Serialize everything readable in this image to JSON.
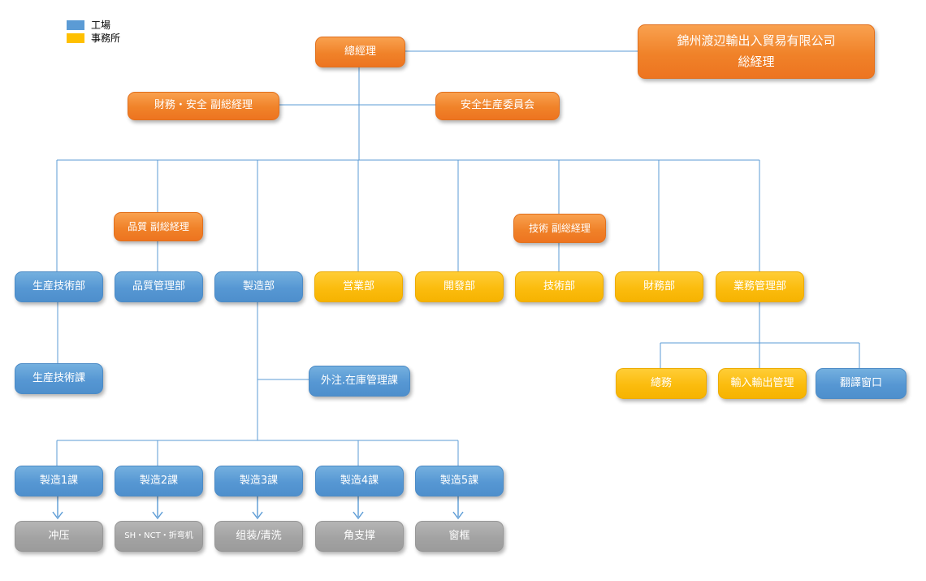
{
  "colors": {
    "factory_blue": "#5B9BD5",
    "office_yellow": "#FFC000",
    "management_orange": "#ED7D31",
    "process_gray": "#A6A6A6",
    "connector_blue": "#5B9BD5"
  },
  "legend": {
    "factory": "工場",
    "office": "事務所"
  },
  "nodes": {
    "general_manager": "總經理",
    "parent_company_line1": "錦州渡辺輸出入貿易有限公司",
    "parent_company_line2": "総経理",
    "finance_safety_vp": "財務・安全 副総経理",
    "safety_committee": "安全生産委員会",
    "quality_vp": "品質 副総経理",
    "tech_vp": "技術 副総経理",
    "production_tech_dept": "生産技術部",
    "quality_mgmt_dept": "品質管理部",
    "manufacturing_dept": "製造部",
    "sales_dept": "営業部",
    "development_dept": "開發部",
    "tech_dept": "技術部",
    "finance_dept": "財務部",
    "business_mgmt_dept": "業務管理部",
    "production_tech_sec": "生産技術課",
    "outsourcing_inventory_sec": "外注.在庫管理課",
    "general_affairs": "總務",
    "import_export_mgmt": "輸入輸出管理",
    "translation_window": "翻譯窗口",
    "mfg_sec_1": "製造1課",
    "mfg_sec_2": "製造2課",
    "mfg_sec_3": "製造3課",
    "mfg_sec_4": "製造4課",
    "mfg_sec_5": "製造5課",
    "process_stamping": "冲压",
    "process_sh_nct_bending": "SH・NCT・折弯机",
    "process_assembly_cleaning": "组装/清洗",
    "process_corner_brace": "角支撑",
    "process_window_frame": "窗框"
  }
}
